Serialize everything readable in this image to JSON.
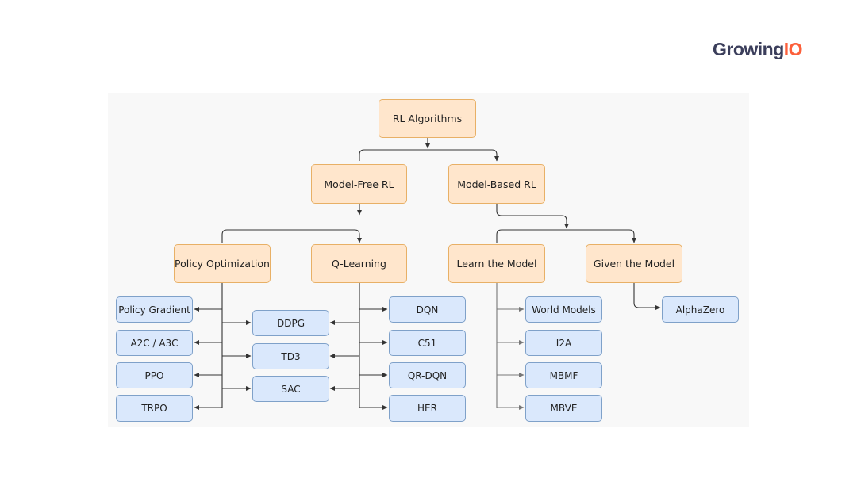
{
  "logo": {
    "text_dark": "Growing",
    "text_accent": "IO",
    "accent_color": "#fc5f3a",
    "dark_color": "#3b3e5b"
  },
  "diagram": {
    "root": "RL Algorithms",
    "branches": {
      "model_free": "Model-Free RL",
      "model_based": "Model-Based RL"
    },
    "categories": {
      "policy_optimization": "Policy Optimization",
      "q_learning": "Q-Learning",
      "learn_the_model": "Learn the Model",
      "given_the_model": "Given the Model"
    },
    "policy_optimization_items": [
      "Policy Gradient",
      "A2C / A3C",
      "PPO",
      "TRPO"
    ],
    "hybrid_items": [
      "DDPG",
      "TD3",
      "SAC"
    ],
    "q_learning_items": [
      "DQN",
      "C51",
      "QR-DQN",
      "HER"
    ],
    "learn_the_model_items": [
      "World Models",
      "I2A",
      "MBMF",
      "MBVE"
    ],
    "given_the_model_items": [
      "AlphaZero"
    ],
    "colors": {
      "orange_fill": "#ffe6cc",
      "orange_border": "#e8b066",
      "blue_fill": "#dae8fc",
      "blue_border": "#7fa1c9"
    }
  }
}
